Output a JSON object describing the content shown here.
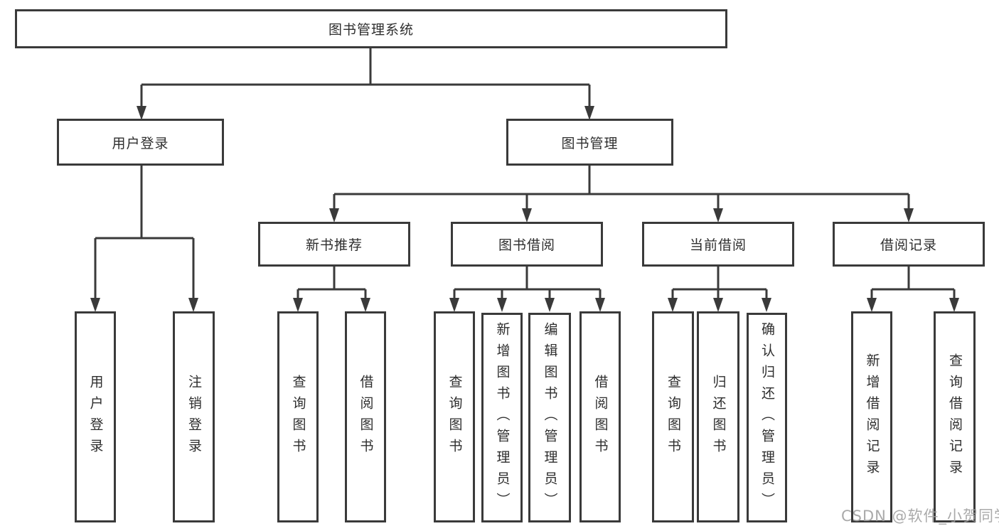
{
  "diagram": {
    "title": "图书管理系统",
    "user": {
      "label": "用户登录",
      "children": [
        "用户登录",
        "注销登录"
      ]
    },
    "mgmt": {
      "label": "图书管理",
      "groups": [
        {
          "label": "新书推荐",
          "children": [
            "查询图书",
            "借阅图书"
          ]
        },
        {
          "label": "图书借阅",
          "children": [
            "查询图书",
            "新增图书（管理员）",
            "编辑图书（管理员）",
            "借阅图书"
          ]
        },
        {
          "label": "当前借阅",
          "children": [
            "查询图书",
            "归还图书",
            "确认归还（管理员）"
          ]
        },
        {
          "label": "借阅记录",
          "children": [
            "新增借阅记录",
            "查询借阅记录"
          ]
        }
      ]
    }
  },
  "watermark": "CSDN @软件_小贺同学"
}
